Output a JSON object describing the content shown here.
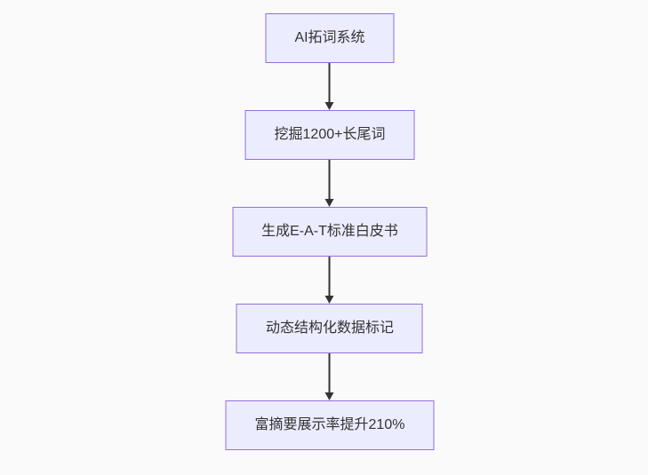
{
  "diagram": {
    "type": "flowchart",
    "direction": "top-down",
    "nodes": [
      {
        "label": "AI拓词系统"
      },
      {
        "label": "挖掘1200+长尾词"
      },
      {
        "label": "生成E-A-T标准白皮书"
      },
      {
        "label": "动态结构化数据标记"
      },
      {
        "label": "富摘要展示率提升210%"
      }
    ],
    "edges": [
      {
        "from": 0,
        "to": 1
      },
      {
        "from": 1,
        "to": 2
      },
      {
        "from": 2,
        "to": 3
      },
      {
        "from": 3,
        "to": 4
      }
    ]
  },
  "theme": {
    "background": "#fafafa",
    "node_fill": "#ececff",
    "node_border": "#9370db",
    "node_text": "#333333",
    "edge_color": "#333333"
  }
}
